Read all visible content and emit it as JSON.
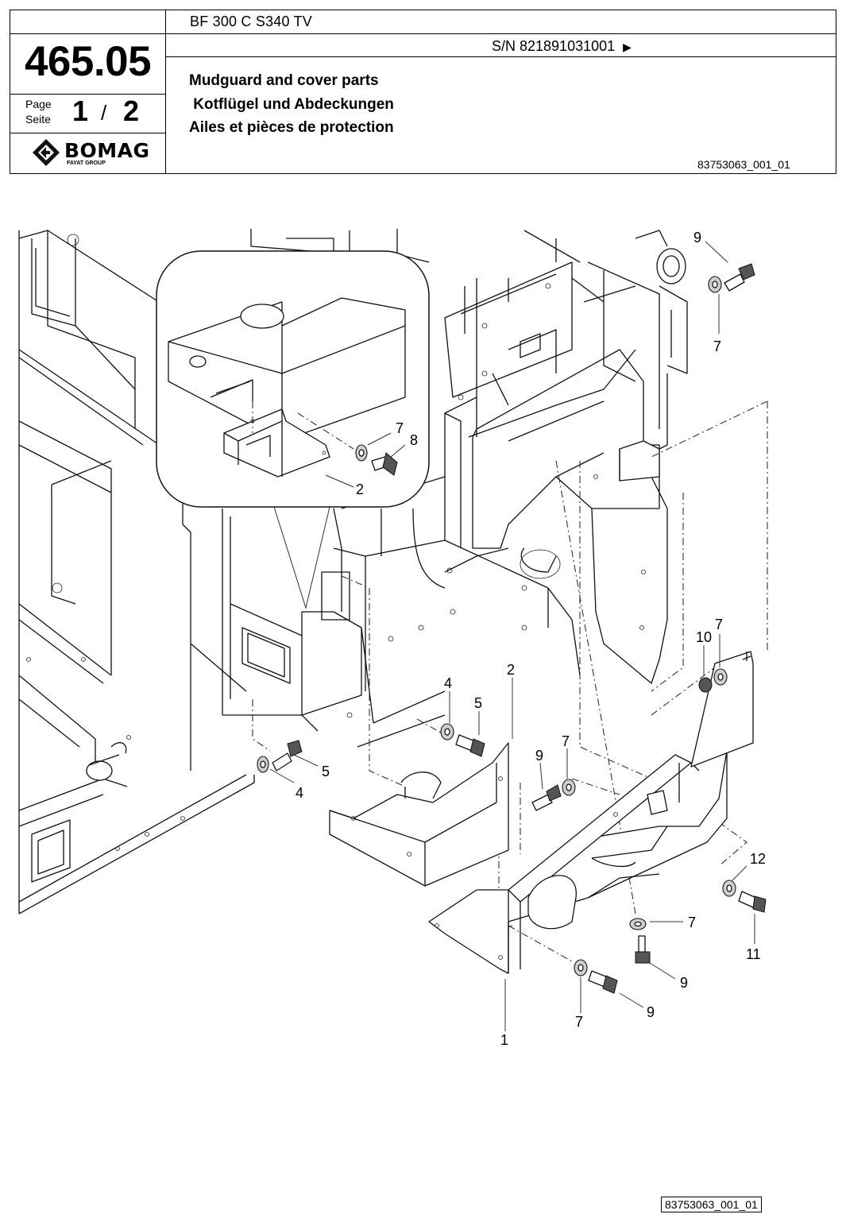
{
  "header": {
    "model": "BF 300 C S340 TV",
    "serial": "S/N 821891031001",
    "serial_arrow": "▶",
    "group_number": "465.05",
    "page_label_en": "Page",
    "page_label_de": "Seite",
    "page_current": "1",
    "page_separator": "/",
    "page_total": "2",
    "brand": "BOMAG",
    "brand_sub": "FAYAT GROUP",
    "title_en": "Mudguard and cover parts",
    "title_de": " Kotflügel und Abdeckungen",
    "title_fr": "Ailes et pièces de protection",
    "doc_number": "83753063_001_01"
  },
  "drawing": {
    "callouts": [
      "9",
      "7",
      "7",
      "8",
      "2",
      "10",
      "7",
      "4",
      "5",
      "2",
      "5",
      "4",
      "9",
      "7",
      "12",
      "7",
      "11",
      "9",
      "9",
      "7",
      "1"
    ],
    "footer_id": "83753063_001_01"
  }
}
